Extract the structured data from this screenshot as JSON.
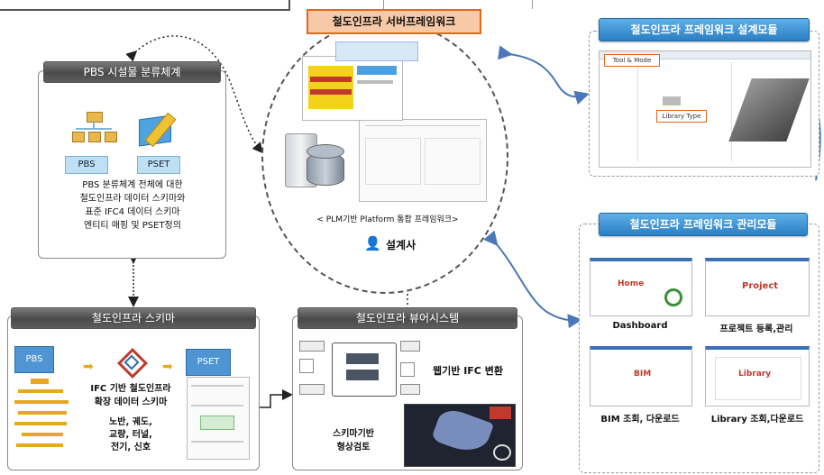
{
  "center": {
    "title": "철도인프라 서버프레임워크",
    "subtitle": "< PLM기반 Platform 통합 프레임워크>",
    "user_label": "설계사"
  },
  "pbs_panel": {
    "title": "PBS 시설물 분류체계",
    "icon_labels": [
      "PBS",
      "PSET"
    ],
    "description": "PBS 분류체계 전체에 대한\n철도인프라 데이터 스키마와\n표준 IFC4 데이터 스키마\n엔티티 매핑 및 PSET정의"
  },
  "schema_panel": {
    "title": "철도인프라 스키마",
    "chip_left": "PBS",
    "chip_right": "PSET",
    "main_text": "IFC 기반 철도인프라\n확장 데이터 스키마",
    "sub_text": "노반, 궤도,\n교량, 터널,\n전기, 신호"
  },
  "viewer_panel": {
    "title": "철도인프라 뷰어시스템",
    "text_web": "웹기반 IFC 변환",
    "text_check": "스키마기반\n형상검토"
  },
  "design_panel": {
    "title": "철도인프라 프레임워크 설계모듈",
    "badge_top": "Tool & Mode",
    "badge_mid": "Library Type"
  },
  "mgmt_panel": {
    "title": "철도인프라 프레임워크 관리모듈",
    "tiles": [
      {
        "thumb_text": "Home",
        "label": "Dashboard"
      },
      {
        "thumb_text": "Project",
        "label": "프로젝트 등록,관리"
      },
      {
        "thumb_text": "BIM",
        "label": "BIM 조회, 다운로드"
      },
      {
        "thumb_text": "Library",
        "label": "Library 조회,다운로드"
      }
    ]
  },
  "colors": {
    "accent_blue": "#2a7fc4",
    "orange": "#e2671b",
    "connector_blue": "#4a78b8"
  }
}
